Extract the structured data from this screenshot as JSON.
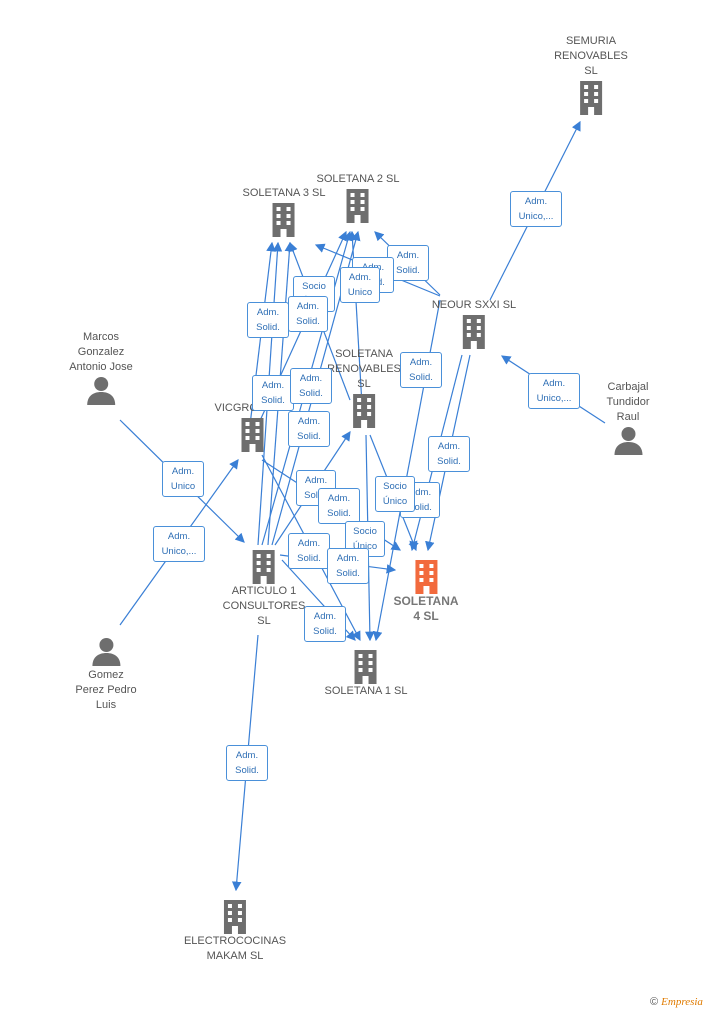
{
  "nodes": {
    "semuria": "SEMURIA\nRENOVABLES\nSL",
    "soletana2": "SOLETANA 2  SL",
    "soletana3": "SOLETANA 3  SL",
    "neour": "NEOUR SXXI  SL",
    "marcos": "Marcos\nGonzalez\nAntonio Jose",
    "soletana_renov": "SOLETANA\nRENOVABLES\nSL",
    "vicgroup": "VICGROUP  SL",
    "carbajal": "Carbajal\nTundidor\nRaul",
    "articulo1": "ARTICULO 1\nCONSULTORES\nSL",
    "soletana4": "SOLETANA\n4  SL",
    "gomez": "Gomez\nPerez Pedro\nLuis",
    "soletana1": "SOLETANA 1  SL",
    "electro": "ELECTROCOCINAS\nMAKAM  SL"
  },
  "tags": {
    "adm_unico": "Adm.\nUnico,...",
    "adm_unico_short": "Adm.\nUnico",
    "adm_solid": "Adm.\nSolid.",
    "socio_unico": "Socio\nÚnico"
  },
  "brand": {
    "symbol": "©",
    "name": "Empresia"
  },
  "colors": {
    "edge": "#3a7fd5",
    "building": "#6e6e6e",
    "focus": "#f26a3d",
    "person": "#6e6e6e"
  }
}
